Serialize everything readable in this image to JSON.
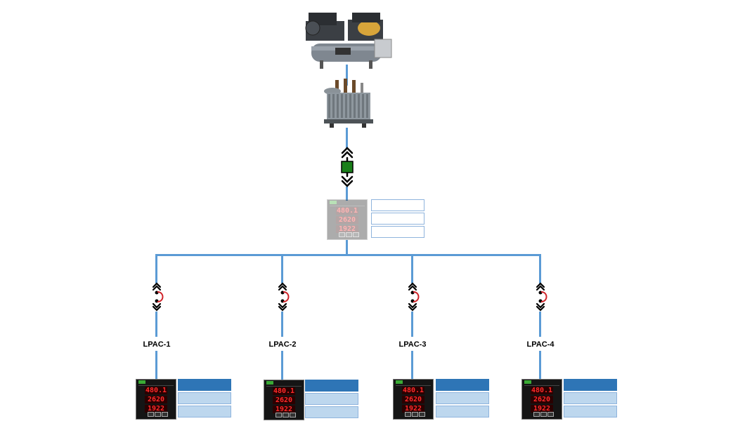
{
  "feeders": [
    {
      "label": "LPAC-1"
    },
    {
      "label": "LPAC-2"
    },
    {
      "label": "LPAC-3"
    },
    {
      "label": "LPAC-4"
    }
  ],
  "meter_readings": [
    "480.1",
    "2620",
    "1922"
  ],
  "colors": {
    "bus_line": "#5b9bd5",
    "breaker_closed": "#1a7f1a",
    "breaker_link": "#d0242a",
    "box_dark": "#2e75b6",
    "box_light": "#bdd7ee"
  }
}
